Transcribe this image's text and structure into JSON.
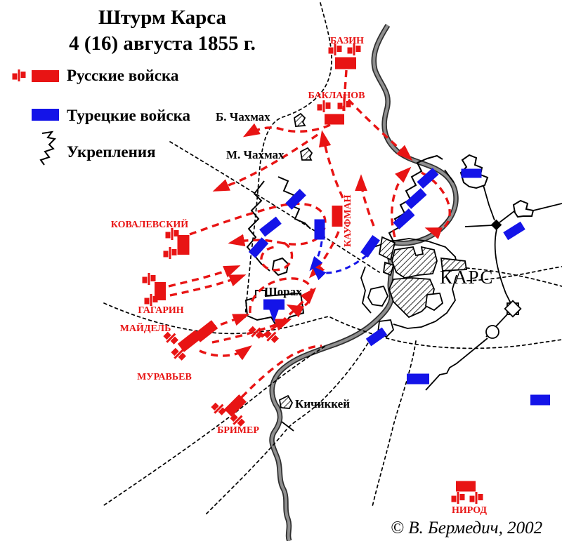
{
  "title": {
    "line1": "Штурм Карса",
    "line2": "4 (16) августа 1855 г."
  },
  "legend": {
    "russian_label": "Русские войска",
    "turkish_label": "Турецкие войска",
    "fortifications_label": "Укрепления",
    "icons": {
      "russian_unit_icon": "red-rectangle-with-standard",
      "turkish_unit_icon": "blue-rectangle",
      "fortification_icon": "black-zigzag-line"
    }
  },
  "commanders": {
    "bazin": "БАЗИН",
    "baklanov": "БАКЛАНОВ",
    "kovalevsky": "КОВАЛЕВСКИЙ",
    "kaufman": "КАУФМАН",
    "gagarin": "ГАГАРИН",
    "maydel": "МАЙДЕЛЬ",
    "muravyev": "МУРАВЬЕВ",
    "brimer": "БРИМЕР",
    "nirod": "НИРОД"
  },
  "places": {
    "b_chakhmakh": "Б. Чахмах",
    "m_chakhmakh": "М. Чахмах",
    "shorakh": "Шорах",
    "kars": "КАРС",
    "kichikkey": "Кичиккей"
  },
  "copyright": "© В. Бермедич, 2002",
  "colors": {
    "russian": "#e81414",
    "turkish": "#1414e8",
    "river": "#8f8f8f",
    "map_lines": "#000000"
  }
}
